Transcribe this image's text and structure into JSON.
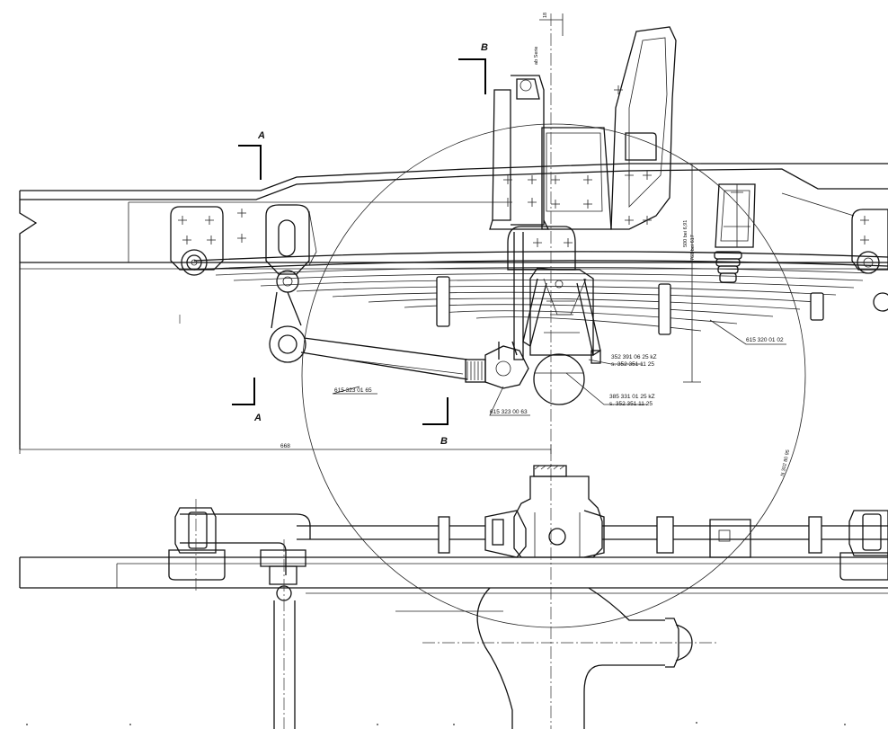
{
  "sections": {
    "a_top": "A",
    "a_bottom": "A",
    "b_top": "B",
    "b_bottom": "B"
  },
  "parts": {
    "spring": "615 320 01 02",
    "link": "615 323 01 65",
    "clamp": "615 323 00 63",
    "bracket1": "352 391 06 25 kZ",
    "bracket1b": "s. 352 351 11 25",
    "bracket2": "385 331 01 25 kZ",
    "bracket2b": "s. 352 351 11 25"
  },
  "dims": {
    "horizontal": "668",
    "vertical_top": "18",
    "side1": "500 bei 6,91",
    "side2": "763 bei 617",
    "series": "ab Serie"
  },
  "circle_note": "N 302 80 95"
}
